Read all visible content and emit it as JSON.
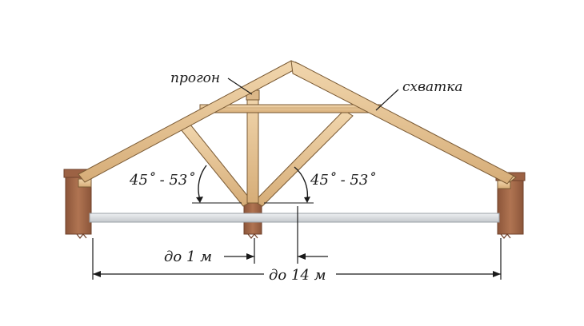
{
  "labels": {
    "purlin": "прогон",
    "collar_tie": "схватка",
    "angle_left": "45˚ - 53˚",
    "angle_right": "45˚ - 53˚",
    "span_small": "до 1 м",
    "span_total": "до 14 м"
  },
  "colors": {
    "timber": "#e8c79a",
    "timber_dark": "#b98a55",
    "timber_edge": "#7a5a34",
    "brick": "#a86a48",
    "brick_dark": "#7e4a30",
    "beam": "#d9dcdf",
    "ink": "#1a1a1a"
  }
}
